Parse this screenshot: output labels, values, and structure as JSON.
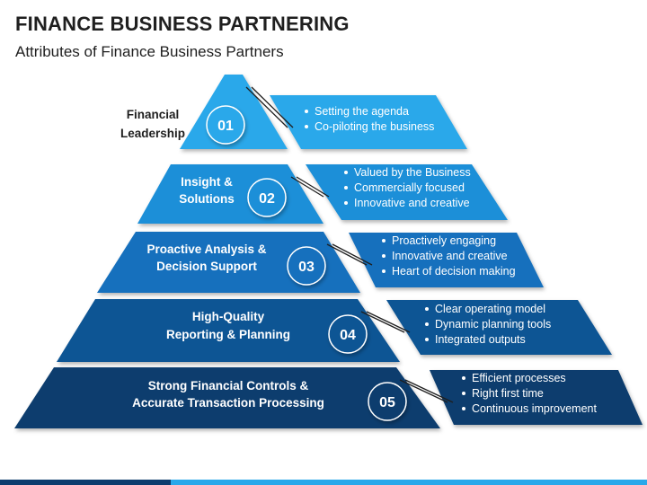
{
  "title": "FINANCE BUSINESS PARTNERING",
  "subtitle": "Attributes of Finance Business Partners",
  "colors": {
    "level1": "#29a8ea",
    "level2": "#1a8fd8",
    "level3": "#1670bd",
    "level4": "#115494",
    "level5": "#0c3d6e",
    "dark_text": "#1f1f1f"
  },
  "levels": [
    {
      "number": "01",
      "label": [
        "Financial",
        "Leadership"
      ],
      "bullets": [
        "Setting the agenda",
        "Co-piloting the business"
      ]
    },
    {
      "number": "02",
      "label": [
        "Insight &",
        "Solutions"
      ],
      "bullets": [
        "Valued by the Business",
        "Commercially focused",
        "Innovative and creative"
      ]
    },
    {
      "number": "03",
      "label": [
        "Proactive Analysis &",
        "Decision Support"
      ],
      "bullets": [
        "Proactively engaging",
        "Innovative and creative",
        "Heart of decision making"
      ]
    },
    {
      "number": "04",
      "label": [
        "High-Quality",
        "Reporting & Planning"
      ],
      "bullets": [
        "Clear operating model",
        "Dynamic planning tools",
        "Integrated outputs"
      ]
    },
    {
      "number": "05",
      "label": [
        "Strong Financial Controls &",
        "Accurate Transaction Processing"
      ],
      "bullets": [
        "Efficient processes",
        "Right first time",
        "Continuous improvement"
      ]
    }
  ]
}
